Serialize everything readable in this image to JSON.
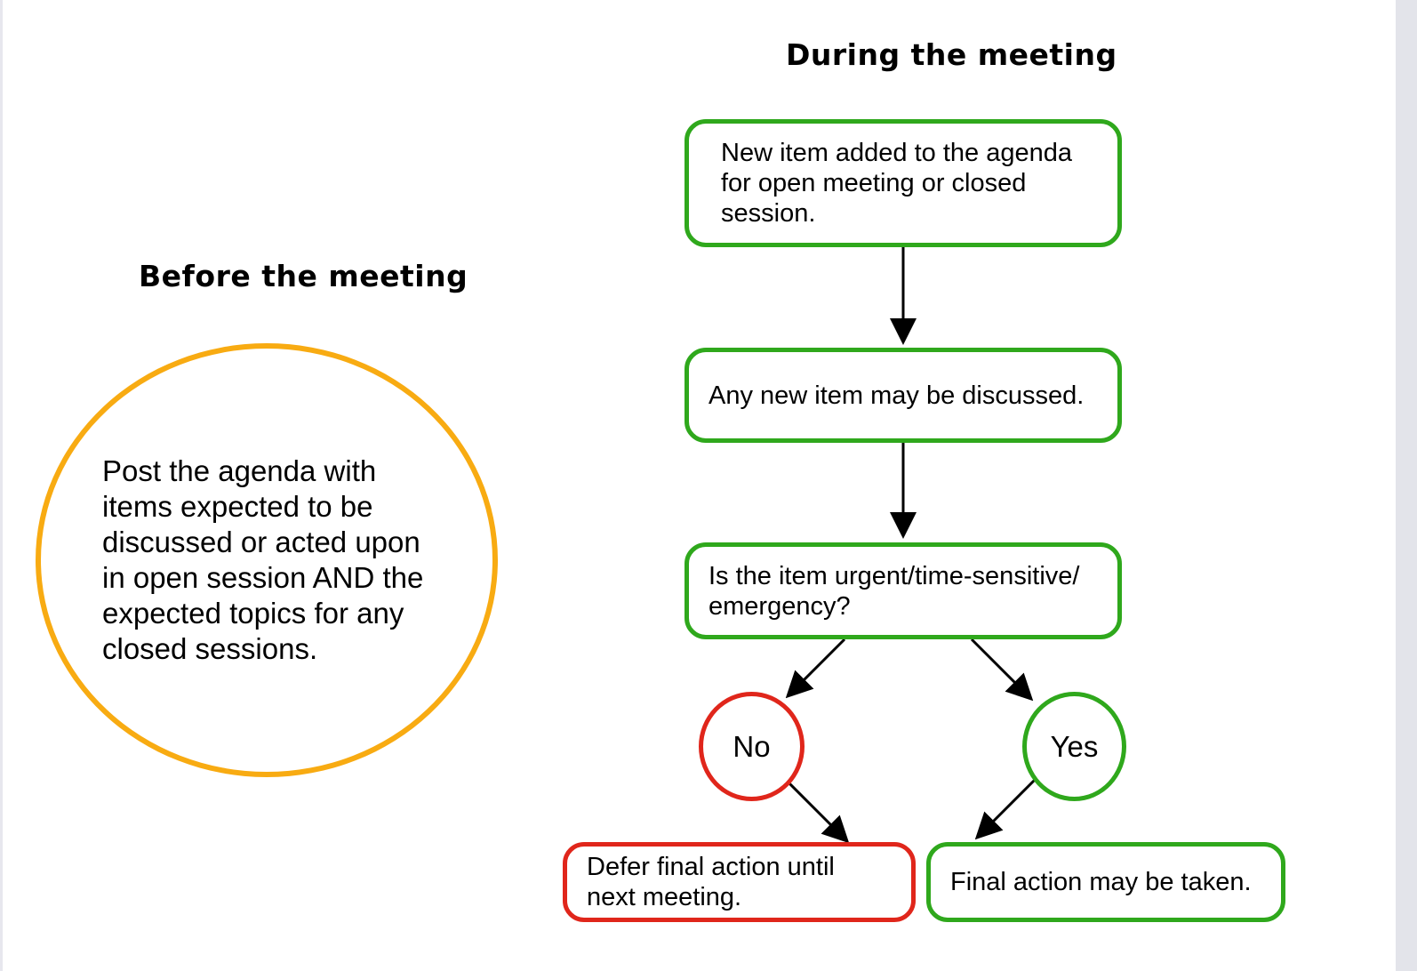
{
  "headings": {
    "before": "Before the meeting",
    "during": "During the meeting"
  },
  "before": {
    "circle_text": "Post the agenda with\nitems expected to be\ndiscussed or acted upon\nin open session AND the\nexpected topics for any\nclosed sessions."
  },
  "during": {
    "step1": "New item added to the agenda\nfor open meeting or closed\nsession.",
    "step2": "Any new item may be discussed.",
    "question": "Is the item urgent/time-sensitive/\nemergency?",
    "no_label": "No",
    "yes_label": "Yes",
    "no_outcome": "Defer final action until\nnext meeting.",
    "yes_outcome": "Final action may be taken."
  },
  "colors": {
    "green": "#2fa81c",
    "red": "#e0261b",
    "orange": "#f8ab12"
  }
}
